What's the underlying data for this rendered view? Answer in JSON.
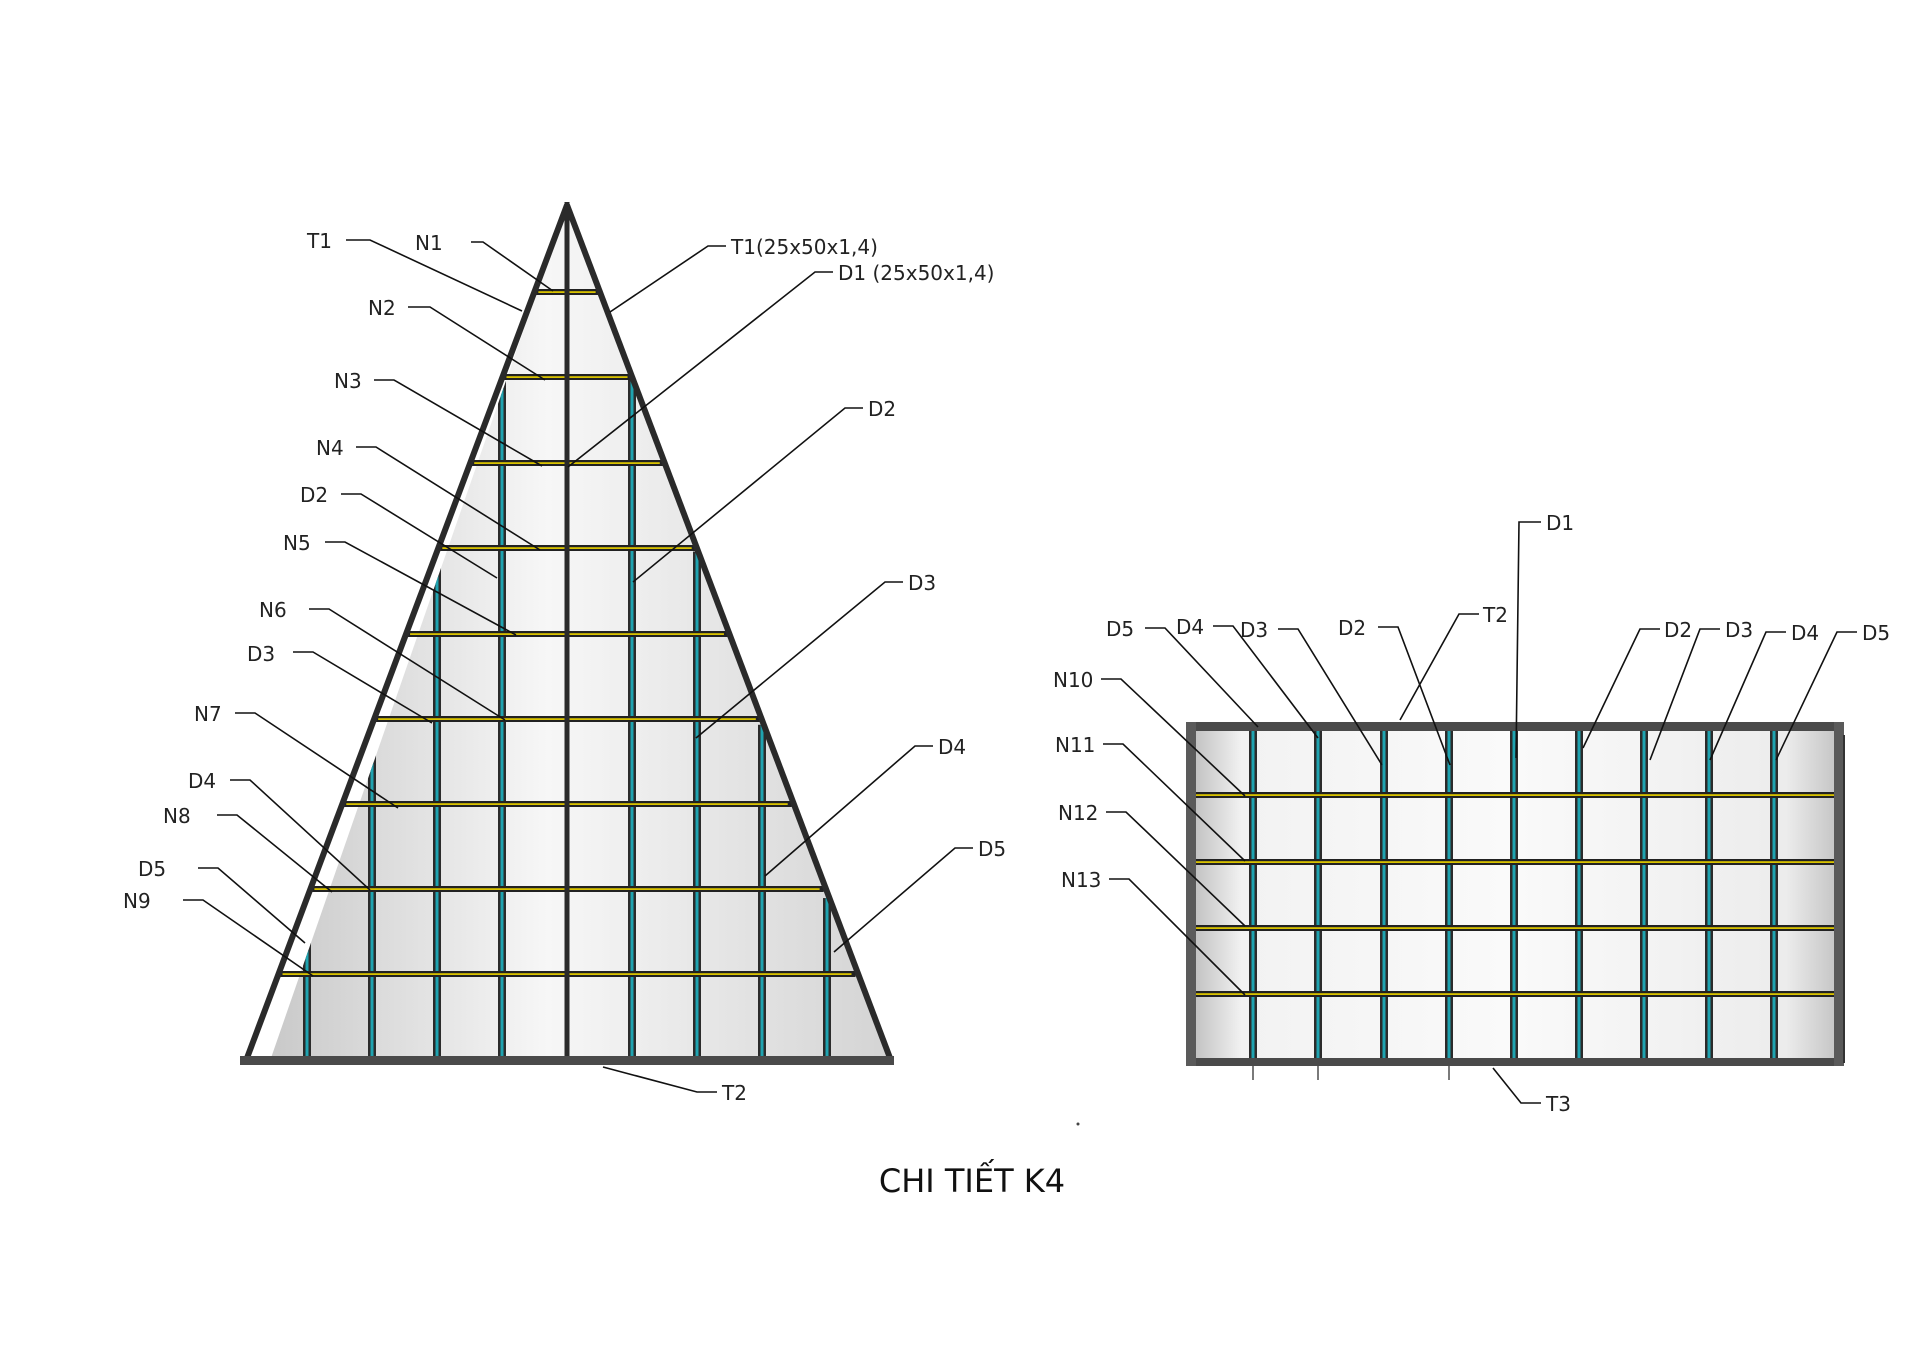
{
  "title": "CHI TIẾT K4",
  "colors": {
    "frame": "#2a2a2a",
    "vertical_stud": "#1fa3b0",
    "horizontal_rail": "#d8c200",
    "panel_fill_light": "#f7f7f7",
    "panel_fill_dark": "#cfcfcf"
  },
  "triangle": {
    "labels_left": [
      "T1",
      "N1",
      "N2",
      "N3",
      "N4",
      "D2",
      "N5",
      "N6",
      "D3",
      "N7",
      "D4",
      "N8",
      "D5",
      "N9"
    ],
    "labels_right": [
      "T1(25x50x1,4)",
      "D1 (25x50x1,4)",
      "D2",
      "D3",
      "D4",
      "D5"
    ],
    "label_bottom": "T2"
  },
  "rectangle": {
    "labels_top": [
      "D5",
      "D4",
      "D3",
      "D2",
      "T2",
      "D1",
      "D2",
      "D3",
      "D4",
      "D5"
    ],
    "labels_left": [
      "N10",
      "N11",
      "N12",
      "N13"
    ],
    "label_bottom": "T3"
  }
}
